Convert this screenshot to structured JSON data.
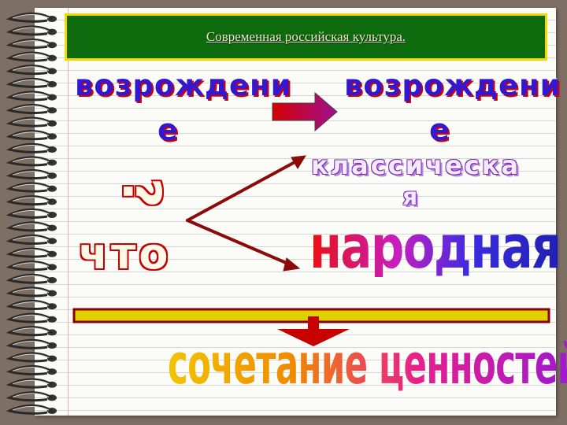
{
  "slide": {
    "title": "Современная российская культура.",
    "left_word_line1": "возрождени",
    "left_word_line2": "е",
    "right_word_line1": "возрождени",
    "right_word_line2": "е",
    "question_mark": "?",
    "what_word": "что",
    "classical_line1": "классическа",
    "classical_line2": "я",
    "folk_word": "народная",
    "combination": "сочетание ценностей"
  },
  "colors": {
    "title_background": "#0d6a0d",
    "title_border": "#f2d800",
    "arrow_gradient": [
      "#d40000",
      "#a01090"
    ],
    "branch_arrows": "#8b0a0a",
    "bracket": "#e0d000"
  },
  "icons": [
    "right-arrow-icon",
    "branch-arrow-icon",
    "down-arrow-icon",
    "spiral-binding-icon"
  ]
}
